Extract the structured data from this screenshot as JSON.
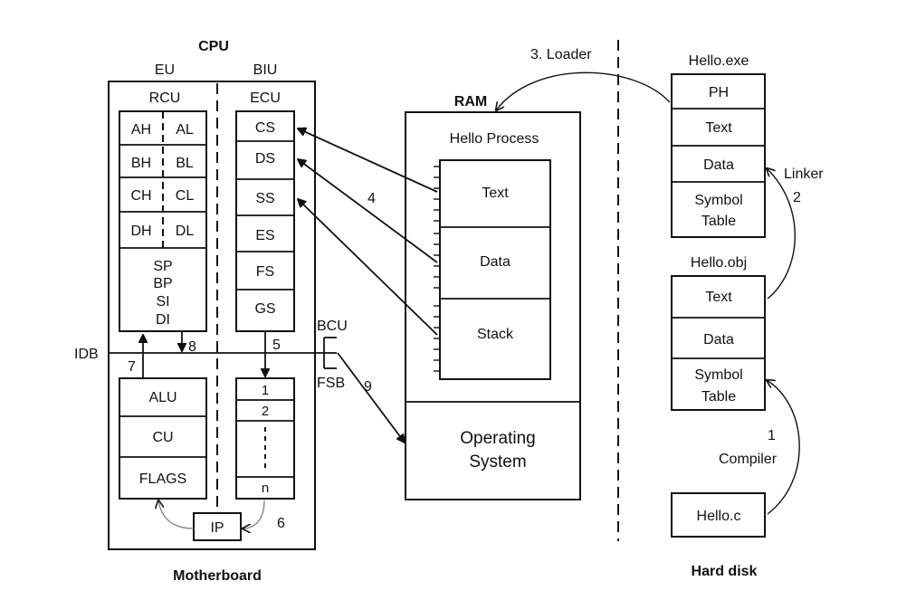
{
  "cpu": {
    "title": "CPU",
    "eu_label": "EU",
    "biu_label": "BIU",
    "rcu_label": "RCU",
    "ecu_label": "ECU",
    "registers": [
      {
        "high": "AH",
        "low": "AL"
      },
      {
        "high": "BH",
        "low": "BL"
      },
      {
        "high": "CH",
        "low": "CL"
      },
      {
        "high": "DH",
        "low": "DL"
      }
    ],
    "pointer_registers": [
      "SP",
      "BP",
      "SI",
      "DI"
    ],
    "segment_registers": [
      "CS",
      "DS",
      "SS",
      "ES",
      "FS",
      "GS"
    ],
    "alu": "ALU",
    "cu": "CU",
    "flags": "FLAGS",
    "queue": {
      "first": "1",
      "second": "2",
      "last": "n"
    },
    "ip": "IP",
    "idb": "IDB",
    "bcu": "BCU",
    "fsb": "FSB",
    "steps": {
      "s5": "5",
      "s6": "6",
      "s7": "7",
      "s8": "8",
      "s9": "9"
    }
  },
  "motherboard_label": "Motherboard",
  "ram": {
    "title": "RAM",
    "process_title": "Hello Process",
    "segments": [
      "Text",
      "Data",
      "Stack"
    ],
    "os_line1": "Operating",
    "os_line2": "System"
  },
  "step4": "4",
  "loader_label": "3. Loader",
  "hard_disk": {
    "label": "Hard disk",
    "exe_title": "Hello.exe",
    "exe_sections": {
      "ph": "PH",
      "text": "Text",
      "data": "Data",
      "sym1": "Symbol",
      "sym2": "Table"
    },
    "obj_title": "Hello.obj",
    "obj_sections": {
      "text": "Text",
      "data": "Data",
      "sym1": "Symbol",
      "sym2": "Table"
    },
    "source_file": "Hello.c",
    "linker_label": "Linker",
    "linker_step": "2",
    "compiler_step": "1",
    "compiler_label": "Compiler"
  }
}
